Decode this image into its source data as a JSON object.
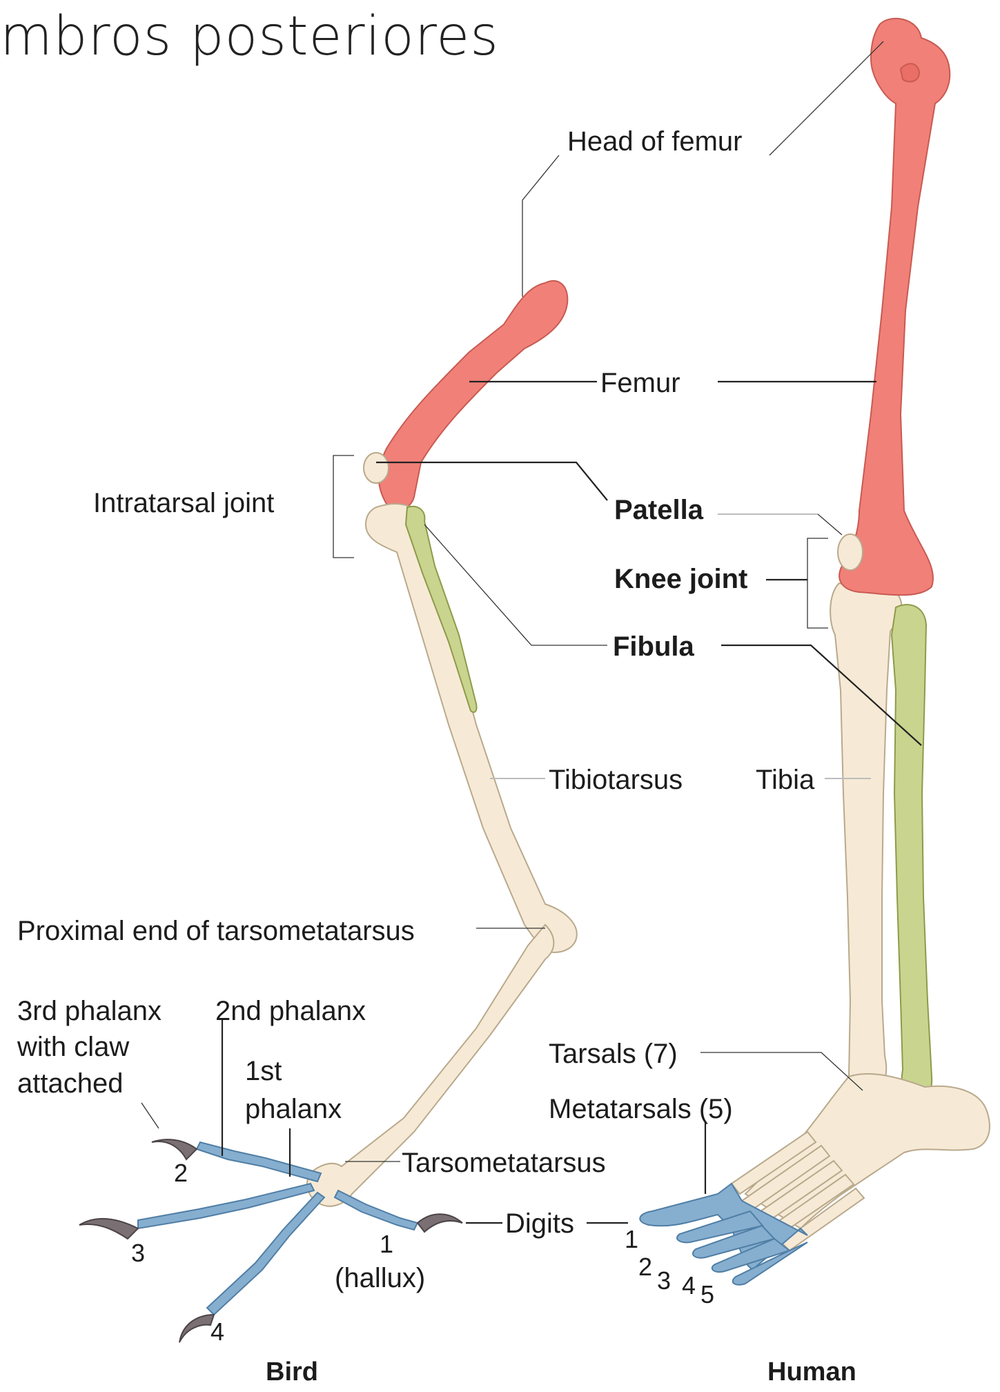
{
  "title": "mbros posteriores",
  "labels": {
    "head_of_femur": "Head of femur",
    "femur": "Femur",
    "intratarsal_joint": "Intratarsal joint",
    "patella": "Patella",
    "knee_joint": "Knee joint",
    "fibula": "Fibula",
    "tibiotarsus": "Tibiotarsus",
    "tibia": "Tibia",
    "proximal_end_tarsometatarsus": "Proximal end of tarsometatarsus",
    "third_phalanx_line1": "3rd phalanx",
    "third_phalanx_line2": "with claw",
    "third_phalanx_line3": "attached",
    "second_phalanx": "2nd phalanx",
    "first_phalanx_line1": "1st",
    "first_phalanx_line2": "phalanx",
    "tarsals": "Tarsals (7)",
    "metatarsals": "Metatarsals (5)",
    "tarsometatarsus": "Tarsometatarsus",
    "digits": "Digits",
    "hallux_number": "1",
    "hallux": "(hallux)"
  },
  "bird_digit_numbers": [
    "2",
    "3",
    "4"
  ],
  "human_digit_numbers": [
    "1",
    "2",
    "3",
    "4",
    "5"
  ],
  "captions": {
    "bird": "Bird",
    "human": "Human"
  },
  "colors": {
    "femur": "#f08078",
    "bone": "#f6ead6",
    "fibula": "#c9d48e",
    "digits": "#86aecf",
    "claw": "#7a6f72"
  }
}
